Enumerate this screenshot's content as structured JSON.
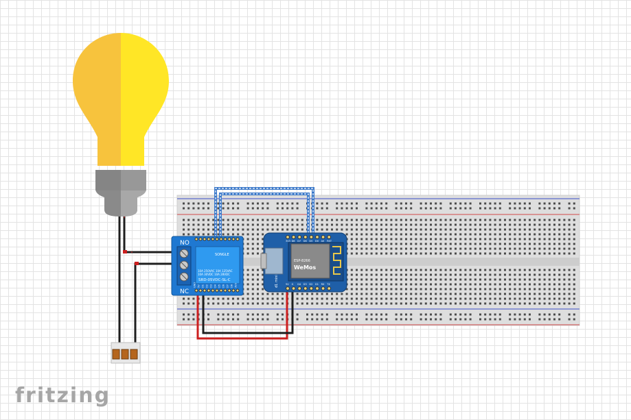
{
  "branding": {
    "name": "fritzing"
  },
  "relay": {
    "no_label": "NO",
    "nc_label": "NC",
    "brand": "SONGLE",
    "ratings": [
      "10A 250VAC  10A 125VAC",
      "10A  30VDC  10A  28VDC"
    ],
    "model": "SRD-05VDC-SL-C",
    "pin_labels": [
      "GND",
      "5V",
      "D1",
      "D2",
      "D3",
      "D4",
      "D5",
      "D6",
      "D7",
      "D8",
      "3V3"
    ]
  },
  "wemos": {
    "model": "WEMOS D1 mini",
    "chip_label": "ESP-8266",
    "brand_text": "WeMos",
    "side_label": "d1 mini",
    "top_pins": [
      "3V3",
      "D8",
      "D7",
      "D6",
      "D5",
      "D0",
      "A0",
      "RST"
    ],
    "bottom_pins": [
      "5V",
      "G",
      "D4",
      "D3",
      "D2",
      "D1",
      "RX",
      "TX"
    ]
  },
  "colors": {
    "bulb_left": "#f7c33d",
    "bulb_right": "#ffe626",
    "wire_blue": "#3a78c9",
    "wire_red": "#cc1f1f",
    "wire_black": "#1e1e1e",
    "relay_board": "#1f78d1",
    "wemos_board": "#1f5fa8",
    "rail_blue": "#3b4fc8",
    "rail_red": "#d04848"
  },
  "icons": [
    "light-bulb-icon",
    "plug-icon"
  ]
}
